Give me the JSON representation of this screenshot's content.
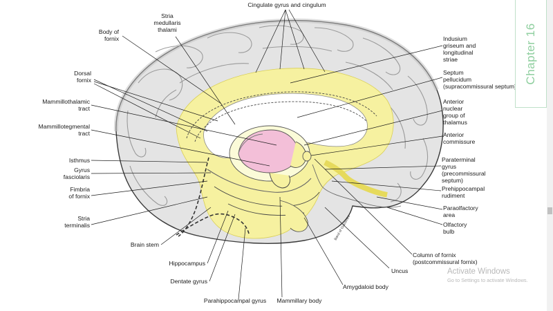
{
  "labels": {
    "cingulate": "Cingulate gyrus and cingulum",
    "stria_medullaris": "Stria\nmedullaris\nthalami",
    "body_fornix": "Body of\nfornix",
    "dorsal_fornix": "Dorsal\nfornix",
    "mammillothalamic": "Mammillothalamic\ntract",
    "mammillotegmental": "Mammillotegmental\ntract",
    "isthmus": "Isthmus",
    "gyrus_fasciolaris": "Gyrus\nfasciolaris",
    "fimbria": "Fimbria\nof fornix",
    "stria_terminalis": "Stria\nterminalis",
    "brain_stem": "Brain stem",
    "hippocampus": "Hippocampus",
    "dentate_gyrus": "Dentate gyrus",
    "parahippocampal": "Parahippocampal gyrus",
    "mammillary_body": "Mammillary body",
    "amygdaloid_body": "Amygdaloid body",
    "uncus": "Uncus",
    "column_fornix": "Column of fornix\n(postcommissural fornix)",
    "olfactory_bulb": "Olfactory\nbulb",
    "paraolfactory": "Paraolfactory\narea",
    "prehippocampal": "Prehippocampal\nrudiment",
    "paraterminal": "Paraterminal\ngyrus\n(precommissural\nseptum)",
    "anterior_commissure": "Anterior\ncommissure",
    "anterior_nuclear": "Anterior\nnuclear\ngroup of\nthalamus",
    "septum_pellucidum": "Septum\npellucidum\n(supracommissural septum)",
    "indusium": "Indusium\ngriseum and\nlongitudinal\nstriae",
    "uncus_band": "Band of Giacomini"
  },
  "chapter_tab": {
    "label": "Chapter 16"
  },
  "watermark": {
    "title": "Activate Windows",
    "subtitle": "Go to Settings to activate Windows."
  },
  "colors": {
    "limbic_yellow": "#f6f1a0",
    "limbic_yellow_dark": "#efe46a",
    "cortex_gray": "#e6e6e6",
    "cortex_shadow": "#bdbdbd",
    "thalamus_pink": "#f3bfd8",
    "chapter_green": "#8fcf9f"
  }
}
